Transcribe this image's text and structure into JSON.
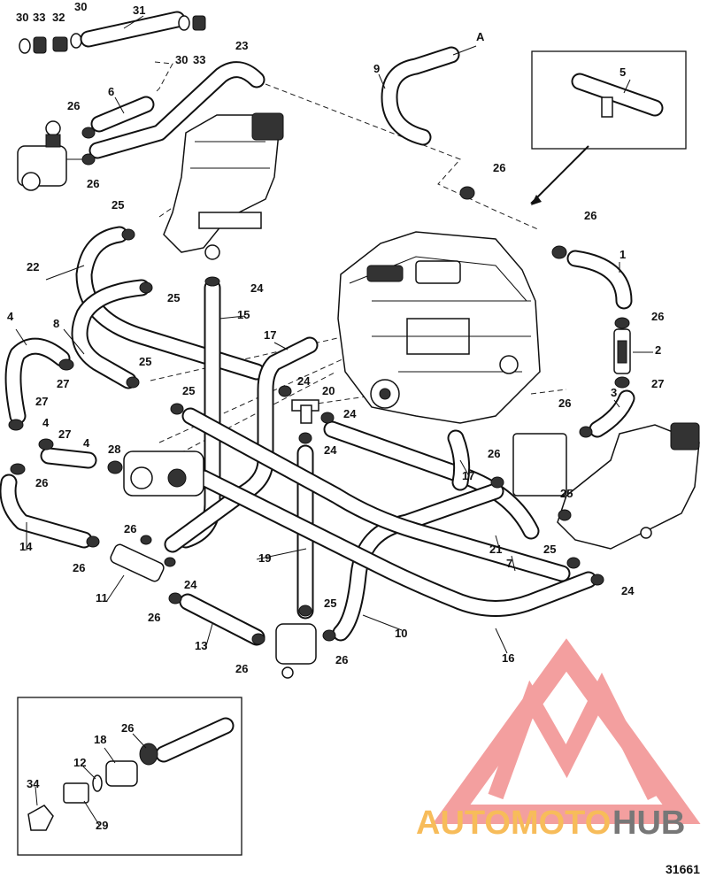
{
  "figure_number": "31661",
  "reference_letter": "A",
  "watermark": {
    "text_a": "AUTOMOTO",
    "text_b": "HUB",
    "color_a": "#f5a623",
    "color_b": "#4a4a4a",
    "triangle_color": "#f08080"
  },
  "callouts": {
    "c1": "1",
    "c2": "2",
    "c3": "3",
    "c4a": "4",
    "c4b": "4",
    "c4c": "4",
    "c5": "5",
    "c6": "6",
    "c7": "7",
    "c8": "8",
    "c9": "9",
    "c10": "10",
    "c11": "11",
    "c12": "12",
    "c13": "13",
    "c14": "14",
    "c15": "15",
    "c16": "16",
    "c17a": "17",
    "c17b": "17",
    "c18": "18",
    "c19": "19",
    "c20": "20",
    "c21": "21",
    "c22": "22",
    "c23": "23",
    "c24a": "24",
    "c24b": "24",
    "c24c": "24",
    "c24d": "24",
    "c24e": "24",
    "c24f": "24",
    "c25a": "25",
    "c25b": "25",
    "c25c": "25",
    "c25d": "25",
    "c25e": "25",
    "c25f": "25",
    "c25g": "25",
    "c26a": "26",
    "c26b": "26",
    "c26c": "26",
    "c26d": "26",
    "c26e": "26",
    "c26f": "26",
    "c26g": "26",
    "c26h": "26",
    "c26i": "26",
    "c26j": "26",
    "c26k": "26",
    "c26l": "26",
    "c26m": "26",
    "c27a": "27",
    "c27b": "27",
    "c27c": "27",
    "c27d": "27",
    "c28": "28",
    "c29": "29",
    "c30a": "30",
    "c30b": "30",
    "c30c": "30",
    "c31": "31",
    "c32": "32",
    "c33a": "33",
    "c33b": "33",
    "c34": "34"
  }
}
